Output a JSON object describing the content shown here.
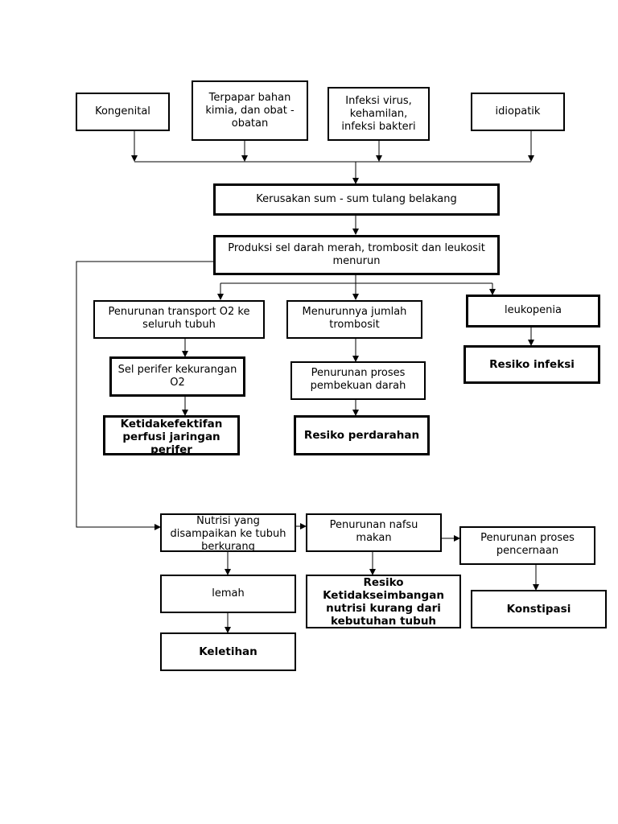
{
  "nodes": {
    "kongenital": "Kongenital",
    "terpapar": "Terpapar bahan kimia, dan obat - obatan",
    "infeksi": "Infeksi virus, kehamilan, infeksi bakteri",
    "idiopatik": "idiopatik",
    "kerusakan": "Kerusakan sum - sum tulang belakang",
    "produksi": "Produksi sel darah merah, trombosit dan leukosit  menurun",
    "penurunan_transport": "Penurunan transport O2 ke seluruh tubuh",
    "menurunnya_trombosit": "Menurunnya jumlah trombosit",
    "leukopenia": "leukopenia",
    "sel_perifer": "Sel perifer kekurangan O2",
    "penurunan_pembekuan": "Penurunan proses pembekuan darah",
    "resiko_infeksi": "Resiko infeksi",
    "ketidakefektifan": "Ketidakefektifan perfusi jaringan perifer",
    "resiko_perdarahan": "Resiko perdarahan",
    "nutrisi": "Nutrisi yang disampaikan ke tubuh berkurang",
    "nafsu_makan": "Penurunan nafsu makan",
    "pencernaan": "Penurunan proses pencernaan",
    "lemah": "lemah",
    "resiko_nutrisi": "Resiko Ketidakseimbangan nutrisi kurang dari kebutuhan tubuh",
    "konstipasi": "Konstipasi",
    "keletihan": "Keletihan"
  }
}
